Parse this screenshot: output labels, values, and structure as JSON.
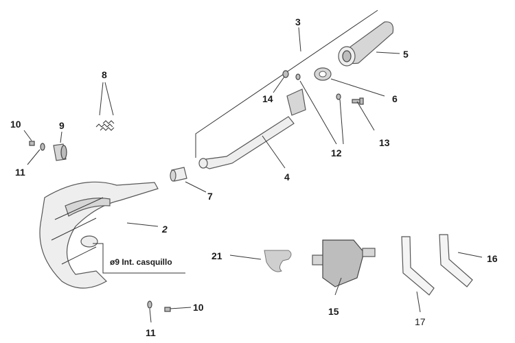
{
  "callouts": {
    "c2": "2",
    "c3": "3",
    "c4": "4",
    "c5": "5",
    "c6": "6",
    "c7": "7",
    "c8": "8",
    "c9": "9",
    "c10_top": "10",
    "c10_bottom": "10",
    "c11_top": "11",
    "c11_bottom": "11",
    "c12": "12",
    "c13": "13",
    "c14": "14",
    "c15": "15",
    "c16": "16",
    "c17": "17",
    "c21": "21"
  },
  "note": "ø9 Int. casquillo",
  "colors": {
    "line": "#333333",
    "part_light": "#eeeeee",
    "part_dark": "#bdbdbd"
  }
}
